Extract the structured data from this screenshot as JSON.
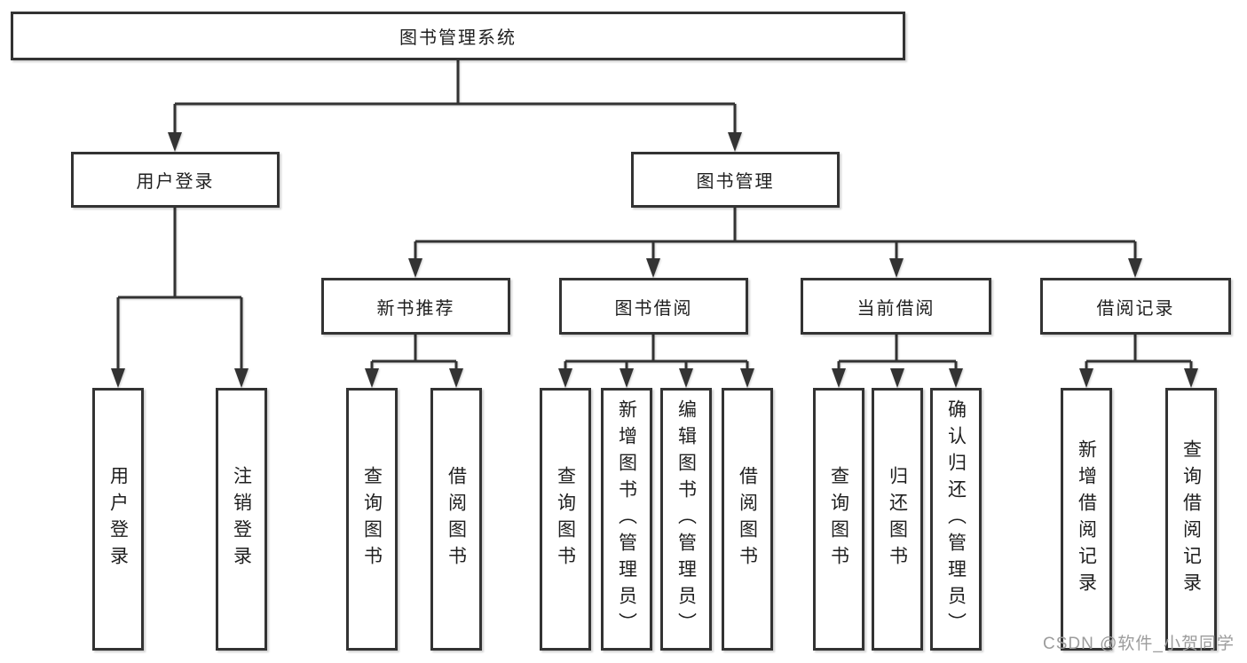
{
  "tree": {
    "root": {
      "label": "图书管理系统"
    },
    "branches": [
      {
        "label": "用户登录",
        "children": [
          {
            "label": "用户登录"
          },
          {
            "label": "注销登录"
          }
        ]
      },
      {
        "label": "图书管理",
        "children": [
          {
            "label": "新书推荐",
            "children": [
              {
                "label": "查询图书"
              },
              {
                "label": "借阅图书"
              }
            ]
          },
          {
            "label": "图书借阅",
            "children": [
              {
                "label": "查询图书"
              },
              {
                "label": "新增图书（管理员）"
              },
              {
                "label": "编辑图书（管理员）"
              },
              {
                "label": "借阅图书"
              }
            ]
          },
          {
            "label": "当前借阅",
            "children": [
              {
                "label": "查询图书"
              },
              {
                "label": "归还图书"
              },
              {
                "label": "确认归还（管理员）"
              }
            ]
          },
          {
            "label": "借阅记录",
            "children": [
              {
                "label": "新增借阅记录"
              },
              {
                "label": "查询借阅记录"
              }
            ]
          }
        ]
      }
    ]
  },
  "watermark": "CSDN @软件_小贺同学",
  "colors": {
    "line": "#333333",
    "text": "#1f1f1f",
    "background": "#ffffff",
    "watermark": "#9c9c9c"
  }
}
